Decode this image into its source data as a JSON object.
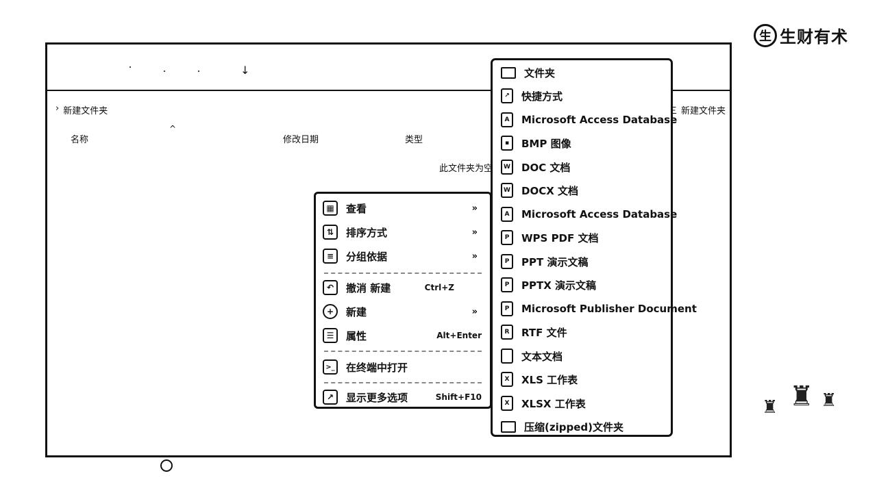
{
  "logo": {
    "mark": "生",
    "text": "生财有术"
  },
  "explorer": {
    "toolbar_arrow": "↓",
    "breadcrumb_chevron": "›",
    "breadcrumb": "新建文件夹",
    "breadcrumb_right_chevron": "三",
    "breadcrumb_right": "新建文件夹",
    "sort_caret": "^",
    "columns": {
      "name": "名称",
      "modified": "修改日期",
      "type": "类型"
    },
    "empty_message": "此文件夹为空"
  },
  "context_menu": {
    "items": [
      {
        "label": "查看",
        "icon": "grid-icon",
        "glyph": "▦",
        "arrow": "»"
      },
      {
        "label": "排序方式",
        "icon": "sort-icon",
        "glyph": "⇅",
        "arrow": "»"
      },
      {
        "label": "分组依据",
        "icon": "group-icon",
        "glyph": "≡",
        "arrow": "»"
      },
      {
        "label": "撤消 新建",
        "icon": "undo-icon",
        "glyph": "↶",
        "shortcut": "Ctrl+Z"
      },
      {
        "label": "新建",
        "icon": "new-icon",
        "glyph": "+",
        "arrow": "»"
      },
      {
        "label": "属性",
        "icon": "properties-icon",
        "glyph": "☰",
        "shortcut": "Alt+Enter"
      },
      {
        "label": "在终端中打开",
        "icon": "terminal-icon",
        "glyph": ">_"
      },
      {
        "label": "显示更多选项",
        "icon": "more-options-icon",
        "glyph": "↗",
        "shortcut": "Shift+F10"
      }
    ]
  },
  "new_submenu": {
    "items": [
      {
        "label": "文件夹",
        "icon": "folder-icon"
      },
      {
        "label": "快捷方式",
        "icon": "shortcut-icon",
        "glyph": "↗"
      },
      {
        "label": "Microsoft Access Database",
        "icon": "access-icon",
        "glyph": "A"
      },
      {
        "label": "BMP 图像",
        "icon": "bmp-icon",
        "glyph": "▪"
      },
      {
        "label": "DOC 文档",
        "icon": "doc-icon",
        "glyph": "W"
      },
      {
        "label": "DOCX 文档",
        "icon": "docx-icon",
        "glyph": "W"
      },
      {
        "label": "Microsoft Access Database",
        "icon": "access-icon",
        "glyph": "A"
      },
      {
        "label": "WPS PDF 文档",
        "icon": "pdf-icon",
        "glyph": "P"
      },
      {
        "label": "PPT 演示文稿",
        "icon": "ppt-icon",
        "glyph": "P"
      },
      {
        "label": "PPTX 演示文稿",
        "icon": "pptx-icon",
        "glyph": "P"
      },
      {
        "label": "Microsoft Publisher Document",
        "icon": "publisher-icon",
        "glyph": "P"
      },
      {
        "label": "RTF 文件",
        "icon": "rtf-icon",
        "glyph": "R"
      },
      {
        "label": "文本文档",
        "icon": "text-icon"
      },
      {
        "label": "XLS 工作表",
        "icon": "xls-icon",
        "glyph": "X"
      },
      {
        "label": "XLSX 工作表",
        "icon": "xlsx-icon",
        "glyph": "X"
      },
      {
        "label": "压缩(zipped)文件夹",
        "icon": "zip-folder-icon"
      }
    ]
  }
}
